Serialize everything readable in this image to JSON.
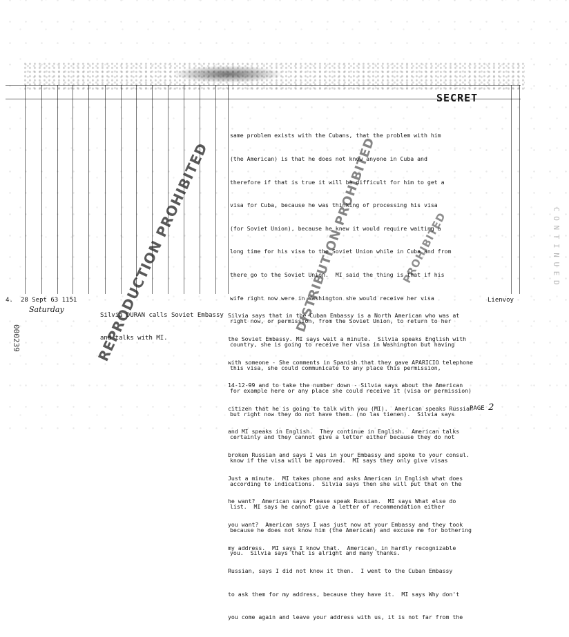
{
  "header": {
    "classification": "SECRET"
  },
  "intercept_continued": {
    "lines": [
      "same problem exists with the Cubans, that the problem with him",
      "(the American) is that he does not know anyone in Cuba and",
      "therefore if that is true it will be difficult for him to get a",
      "visa for Cuba, because he was thinking of processing his visa",
      "(for Soviet Union), because he knew it would require waiting a",
      "long time for his visa to the Soviet Union while in Cuba and from",
      "there go to the Soviet Union.  MI said the thing is that if his",
      "wife right now were in Washington she would receive her visa",
      "right now, or permission, from the Soviet Union, to return to her",
      "country, she is going to receive her visa in Washington but having",
      "this visa, she could communicate to any place this permission,",
      "for example here or any place she could receive it (visa or permission)",
      "but right now they do not have them. (no las tienen).  Silvia says",
      "certainly and they cannot give a letter either because they do not",
      "know if the visa will be approved.  MI says they only give visas",
      "according to indications.  Silvia says then she will put that on the",
      "list.  MI says he cannot give a letter of recommendation either",
      "because he does not know him (the American) and excuse me for bothering",
      "you.  Silvia says that is alright and many thanks."
    ]
  },
  "entry": {
    "item_number": "4.",
    "date_time": "28 Sept 63 1151",
    "day_handwritten": "Saturday",
    "event_line1": "Silvia DURAN calls Soviet Embassy",
    "event_line2": "and talks with MI.",
    "source": "Lienvoy",
    "lines": [
      "Silvia says that in the Cuban Embassy is a North American who was at",
      "the Soviet Embassy. MI says wait a minute.  Silvia speaks English with",
      "with someone - She comments in Spanish that they gave APARICIO telephone",
      "14-12-99 and to take the number down - Silvia says about the American",
      "citizen that he is going to talk with you (MI).  American speaks Russian",
      "and MI speaks in English.  They continue in English.  American talks",
      "broken Russian and says I was in your Embassy and spoke to your consul.",
      "Just a minute.  MI takes phone and asks American in English what does",
      "he want?  American says Please speak Russian.  MI says What else do",
      "you want?  American says I was just now at your Embassy and they took",
      "my address.  MI says I know that.  American, in hardly recognizable",
      "Russian, says I did not know it then.  I went to the Cuban Embassy",
      "to ask them for my address, because they have it.  MI says Why don't",
      "you come again and leave your address with us, it is not far from the"
    ]
  },
  "stamps": {
    "reproduction": "REPRODUCTION PROHIBITED",
    "distribution": "DISTRIBUTION PROHIBITED",
    "prohibited": "PROHIBITED"
  },
  "side_marks": {
    "document_id": "000239",
    "right_margin": "C O N T I N U E D"
  },
  "footer": {
    "page_label": "PAGE",
    "page_number_handwritten": "2"
  }
}
